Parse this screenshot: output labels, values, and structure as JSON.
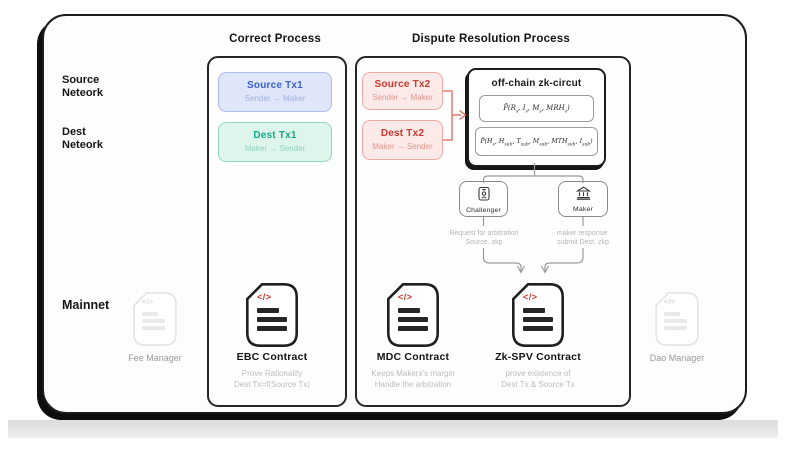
{
  "headers": {
    "correct": "Correct Process",
    "dispute": "Dispute Resolution Process"
  },
  "rows": {
    "source": [
      "Source",
      "Neteork"
    ],
    "dest": [
      "Dest",
      "Neteork"
    ],
    "mainnet": "Mainnet"
  },
  "tx": {
    "source_tx1": {
      "title": "Source Tx1",
      "subtitle": "Sender → Maker"
    },
    "dest_tx1": {
      "title": "Dest Tx1",
      "subtitle": "Maker → Sender"
    },
    "source_tx2": {
      "title": "Source Tx2",
      "subtitle": "Sender → Maker"
    },
    "dest_tx2": {
      "title": "Dest Tx2",
      "subtitle": "Maker → Sender"
    }
  },
  "zk": {
    "title": "off-chain zk-circut",
    "formula1": "P̄(R_s, I_s, M_s, MRH_s)",
    "formula2": "P̄(H_s, H_sub, T_sub, M_sub, MTH_sub, I_sub)"
  },
  "participants": {
    "challenger": {
      "label": "Challenger",
      "icon": "id-badge-icon",
      "caption1": "Request for arbitration",
      "caption2": "Source. zkp"
    },
    "maker": {
      "label": "Maker",
      "icon": "bank-icon",
      "caption1": "maker response:",
      "caption2": "submit Dest. zkp"
    }
  },
  "contracts": {
    "ebc": {
      "name": "EBC Contract",
      "desc1": "Prove Rationality",
      "desc2": "Dest Tx=f(Source Tx)"
    },
    "mdc": {
      "name": "MDC Contract",
      "desc1": "Keeps Makers's margin",
      "desc2": "Handle the arbitration"
    },
    "zkspv": {
      "name": "Zk-SPV Contract",
      "desc1": "prove existence of",
      "desc2": "Dest Tx & Source Tx"
    }
  },
  "managers": {
    "fee": {
      "name": "Fee Manager"
    },
    "dao": {
      "name": "Dao Manager"
    }
  },
  "icons": {
    "doc": "contract-document-icon",
    "code": "</>"
  },
  "colors": {
    "blue_title": "#3a5ed6",
    "blue_bg": "#dfe6f9",
    "blue_border": "#aebdf0",
    "teal_title": "#14aa8c",
    "teal_bg": "#def5ec",
    "teal_border": "#8ed8c4",
    "red_title": "#d0372b",
    "red_bg": "#fceae8",
    "red_border": "#eeaaa2",
    "code_red": "#cf372b",
    "line_gray": "#9a9a9a",
    "red_line": "#e0685c",
    "caption_gray": "#b5b5b5",
    "frame_black": "#1c1c1c"
  }
}
